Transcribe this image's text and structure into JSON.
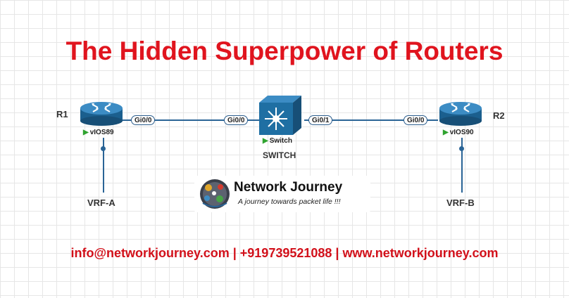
{
  "title": "The Hidden Superpower of Routers",
  "devices": {
    "r1": {
      "name": "R1",
      "model": "vIOS89",
      "vrf": "VRF-A",
      "port": "Gi0/0"
    },
    "switch": {
      "model": "Switch",
      "name": "SWITCH",
      "port_left": "Gi0/0",
      "port_right": "Gi0/1"
    },
    "r2": {
      "name": "R2",
      "model": "vIOS90",
      "vrf": "VRF-B",
      "port": "Gi0/0"
    }
  },
  "logo": {
    "name": "Network Journey",
    "tagline": "A journey towards packet life !!!"
  },
  "footer": "info@networkjourney.com | +919739521088 | www.networkjourney.com",
  "colors": {
    "title": "#e0141e",
    "link": "#2a6496",
    "device_blue": "#1f6fa3"
  }
}
